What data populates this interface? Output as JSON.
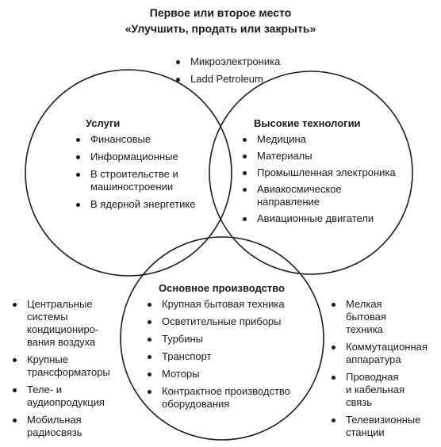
{
  "title": {
    "line1": "Первое или второе место",
    "line2": "«Улучшить, продать или закрыть»"
  },
  "top_items": [
    "Микроэлектроника",
    "Ladd Petroleum"
  ],
  "uslugi": {
    "heading": "Услуги",
    "items": [
      "Финансовые",
      "Информационные",
      "В строительстве и\nмашиностроении",
      "В ядерной энергетике"
    ]
  },
  "tech": {
    "heading": "Высокие технологии",
    "items": [
      "Медицина",
      "Материалы",
      "Промышленная электроника",
      "Авиакосмическое\nнаправление",
      "Авиационные двигатели"
    ]
  },
  "osnovnoe": {
    "heading": "Основное производство",
    "items": [
      "Крупная бытовая техника",
      "Осветительные приборы",
      "Турбины",
      "Транспорт",
      "Моторы",
      "Контрактное производство\nоборудования"
    ]
  },
  "left_items": [
    "Центральные\nсистемы\nкондициониро-\nвания воздуха",
    "Крупные\nтрансформаторы",
    "Теле- и\nаудиопродукция",
    "Мобильная\nрадиосвязь"
  ],
  "right_items": [
    "Мелкая\nбытовая\nтехника",
    "Коммутационная\nаппаратура",
    "Проводная\nи кабельная\nсвязь",
    "Телевизионные\nстанции"
  ]
}
